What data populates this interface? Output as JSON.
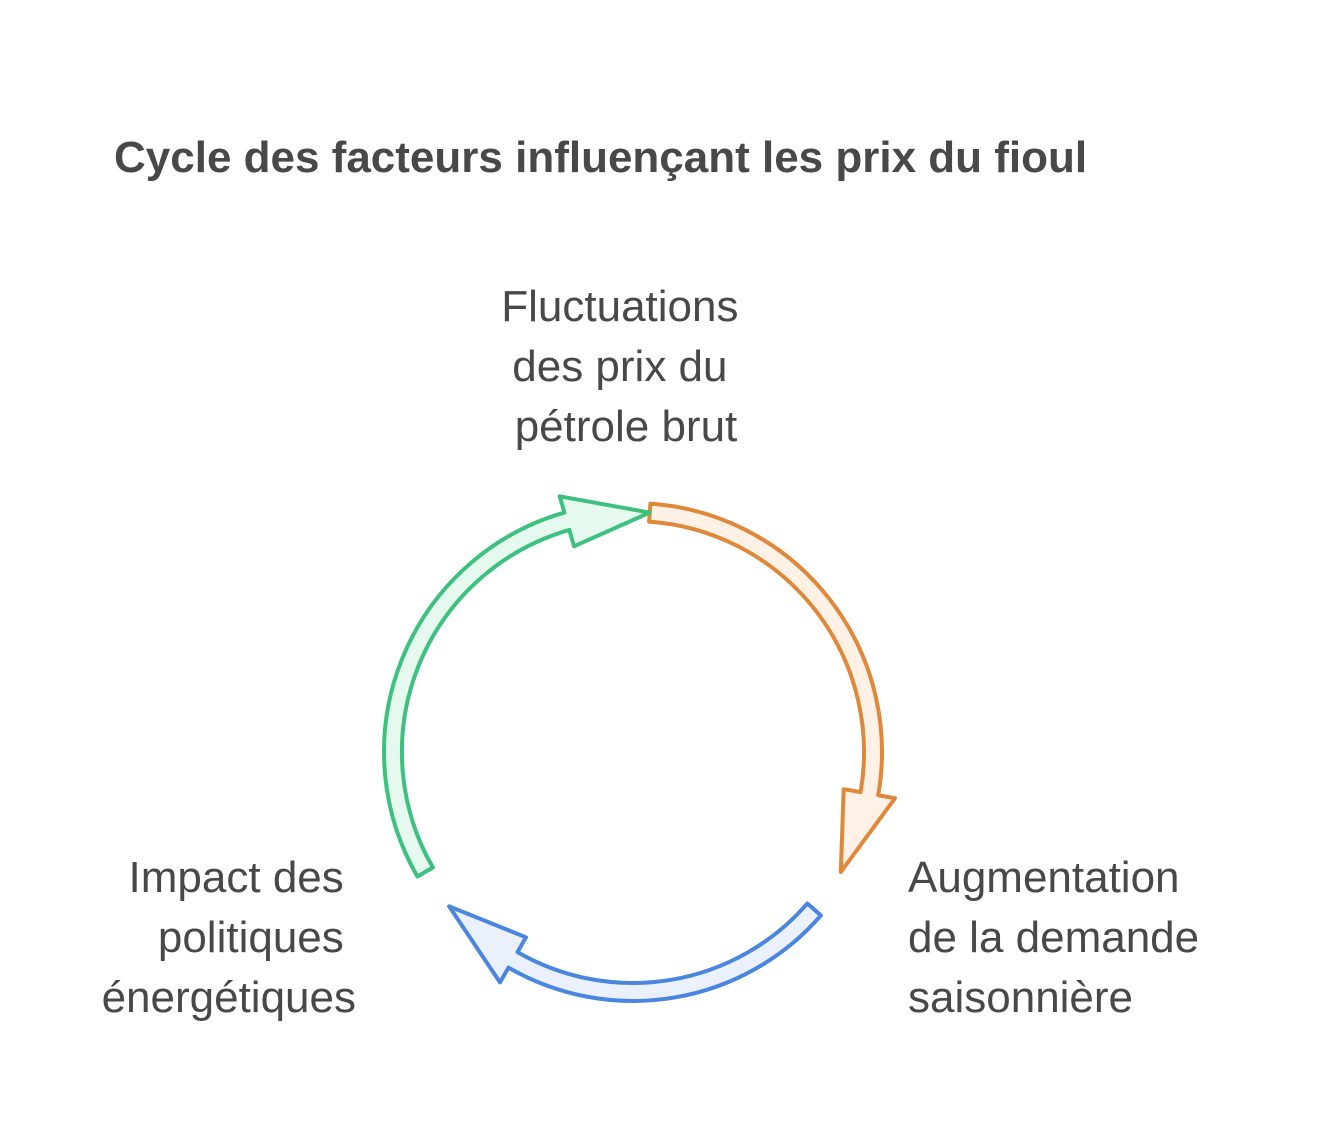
{
  "title": "Cycle des facteurs influençant les prix du fioul",
  "nodes": [
    {
      "id": "crude-oil",
      "lines": [
        "Fluctuations",
        "des prix du",
        "pétrole brut"
      ]
    },
    {
      "id": "seasonal-demand",
      "lines": [
        "Augmentation",
        "de la demande",
        "saisonnière"
      ]
    },
    {
      "id": "energy-policies",
      "lines": [
        "Impact des",
        "politiques",
        "énergétiques"
      ]
    }
  ],
  "arrows": [
    {
      "from": "crude-oil",
      "to": "seasonal-demand",
      "stroke": "#E0883A",
      "fill": "#FFF1E6"
    },
    {
      "from": "seasonal-demand",
      "to": "energy-policies",
      "stroke": "#4A86E0",
      "fill": "#EAF1FD"
    },
    {
      "from": "energy-policies",
      "to": "crude-oil",
      "stroke": "#3CC27E",
      "fill": "#E6F9EF"
    }
  ]
}
